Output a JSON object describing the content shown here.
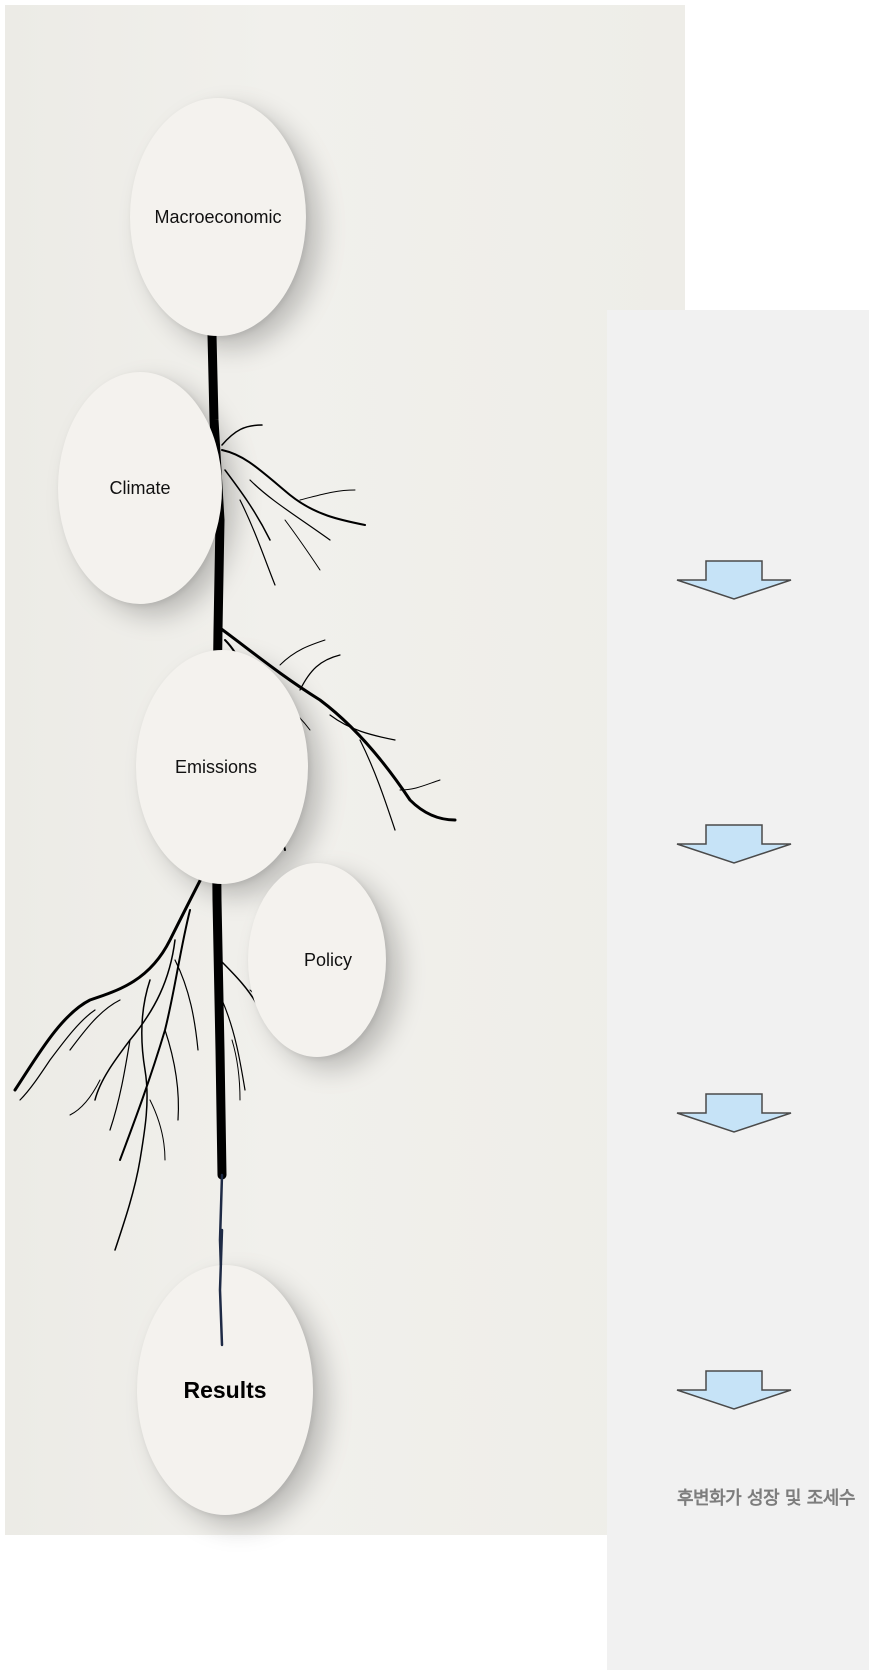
{
  "nodes": {
    "macroeconomic": "Macroeconomic",
    "climate": "Climate",
    "emissions": "Emissions",
    "policy": "Policy",
    "results": "Results"
  },
  "flow_arrows": [
    "down-arrow",
    "down-arrow",
    "down-arrow",
    "down-arrow"
  ],
  "colors": {
    "arrow_fill": "#c6e3f7",
    "arrow_stroke": "#4a4a4a",
    "root_stroke": "#000000",
    "node_fill": "#f4f2ee"
  },
  "caption": "후변화가 성장 및 조세수"
}
